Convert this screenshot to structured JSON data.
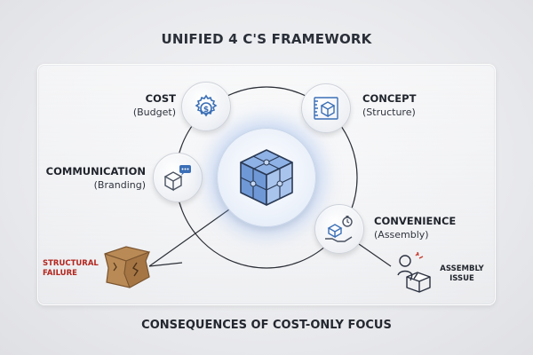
{
  "title": "UNIFIED 4 C'S FRAMEWORK",
  "footer": "CONSEQUENCES OF COST-ONLY FOCUS",
  "nodes": {
    "cost": {
      "name": "COST",
      "sub": "(Budget)",
      "icon": "gear-dollar-icon"
    },
    "concept": {
      "name": "CONCEPT",
      "sub": "(Structure)",
      "icon": "blueprint-box-icon"
    },
    "communication": {
      "name": "COMMUNICATION",
      "sub": "(Branding)",
      "icon": "box-chat-icon"
    },
    "convenience": {
      "name": "CONVENIENCE",
      "sub": "(Assembly)",
      "icon": "hand-box-timer-icon"
    },
    "center": {
      "icon": "puzzle-cube-icon"
    }
  },
  "consequences": {
    "structural": {
      "line1": "STRUCTURAL",
      "line2": "FAILURE",
      "icon": "crushed-box-icon"
    },
    "assembly": {
      "line1": "ASSEMBLY",
      "line2": "ISSUE",
      "icon": "frustrated-person-box-icon"
    }
  },
  "colors": {
    "accent_blue": "#3b6fb6",
    "warning_red": "#b3261e",
    "glow": "#8cafe9"
  }
}
